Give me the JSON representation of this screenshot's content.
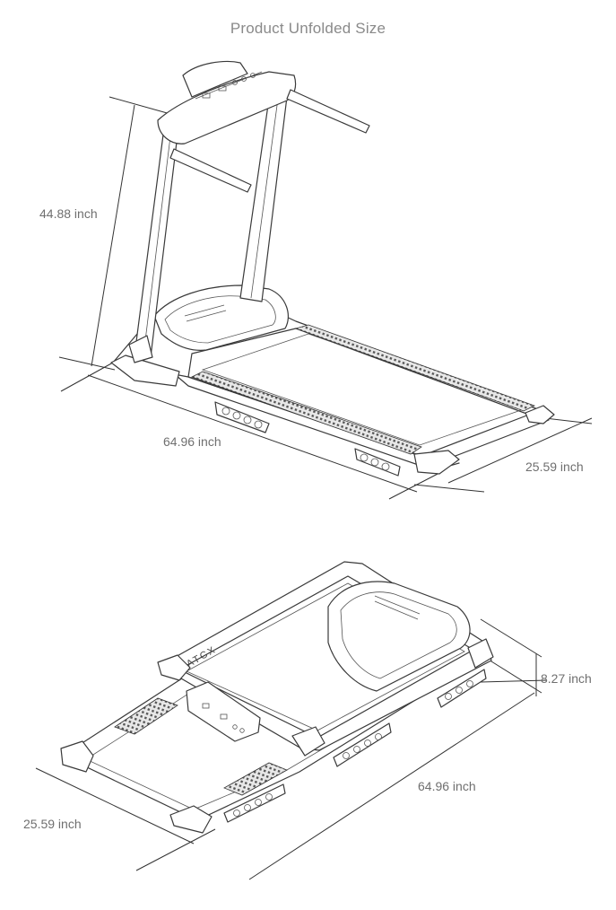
{
  "diagram": {
    "title": "Product Unfolded Size",
    "unfolded": {
      "height_label": "44.88 inch",
      "length_label": "64.96 inch",
      "width_label": "25.59 inch"
    },
    "folded": {
      "height_label": "8.27 inch",
      "length_label": "64.96 inch",
      "width_label": "25.59 inch",
      "brand_mark": "ATCX"
    }
  }
}
